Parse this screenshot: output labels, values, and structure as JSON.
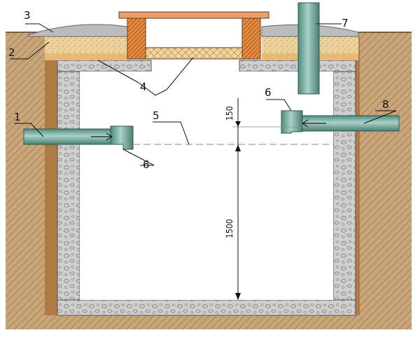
{
  "labels": {
    "l1": "1",
    "l2": "2",
    "l3": "3",
    "l4": "4",
    "l5": "5",
    "l6a": "6",
    "l6b": "6",
    "l7": "7",
    "l8": "8"
  },
  "dimensions": {
    "top_gap": "150",
    "depth": "1500"
  },
  "colors": {
    "soil": "#c49a6c",
    "concrete": "#c9c9c9",
    "sand": "#e8c98d",
    "wood": "#e58b3f",
    "pipe": "#6fa79a",
    "cover": "#bdbdbd"
  }
}
